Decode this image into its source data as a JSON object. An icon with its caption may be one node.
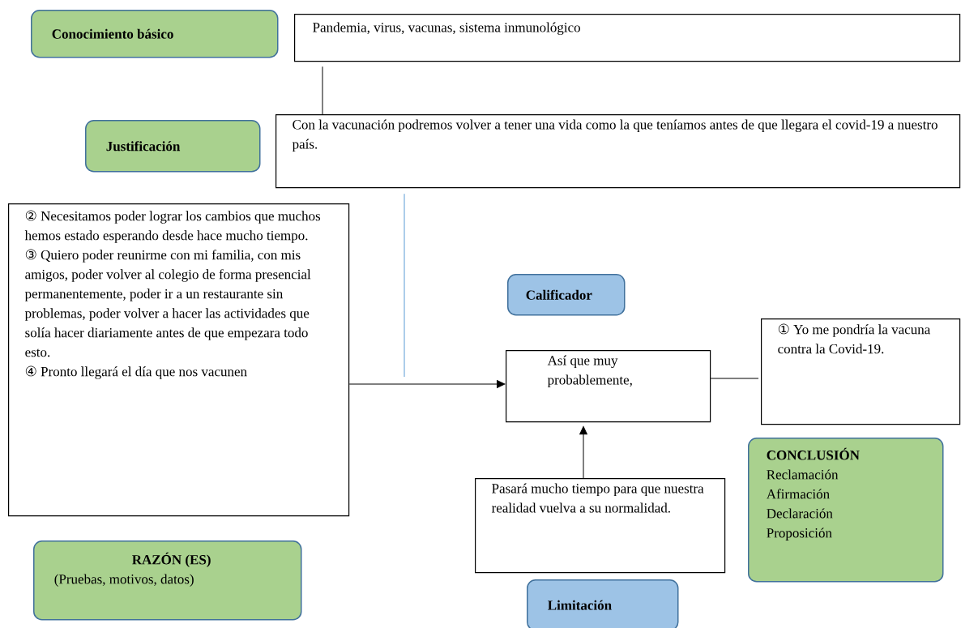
{
  "diagram": {
    "nodes": [
      {
        "text": [
          "Conocimiento básico"
        ]
      },
      {
        "text": [
          "Pandemia, virus, vacunas, sistema inmunológico"
        ]
      },
      {
        "text": [
          "Justificación"
        ]
      },
      {
        "text": [
          "Con la vacunación podremos volver a tener una vida como la que teníamos antes de que llegara el covid-19 a nuestro país."
        ]
      },
      {
        "text": [
          "② Necesitamos poder lograr los cambios que muchos hemos estado esperando desde hace mucho tiempo.",
          "③ Quiero poder reunirme con mi familia, con mis amigos, poder volver al colegio de forma presencial permanentemente, poder ir a un restaurante sin problemas, poder volver a hacer las actividades que solía hacer diariamente antes de que empezara todo esto.",
          "④ Pronto llegará el día que nos vacunen"
        ]
      },
      {
        "text": [
          "Calificador"
        ]
      },
      {
        "text": [
          "Así que muy probablemente,"
        ]
      },
      {
        "text": [
          "① Yo me pondría la vacuna contra la Covid-19."
        ]
      },
      {
        "text": [
          "CONCLUSIÓN",
          "Reclamación",
          "Afirmación",
          "Declaración",
          "Proposición"
        ]
      },
      {
        "text": [
          "Pasará mucho tiempo para que nuestra realidad vuelva a su normalidad."
        ]
      },
      {
        "text": [
          "RAZÓN (ES)",
          "(Pruebas, motivos, datos)"
        ]
      },
      {
        "text": [
          "Limitación"
        ]
      }
    ],
    "edges": [
      {
        "from": 1,
        "to": 3,
        "arrow": "none"
      },
      {
        "from": 3,
        "to": null,
        "arrow": "none",
        "color": "#5b9bd5"
      },
      {
        "from": 4,
        "to": 6,
        "arrow": "to"
      },
      {
        "from": 6,
        "to": 7,
        "arrow": "none"
      },
      {
        "from": 9,
        "to": 6,
        "arrow": "to"
      }
    ]
  }
}
